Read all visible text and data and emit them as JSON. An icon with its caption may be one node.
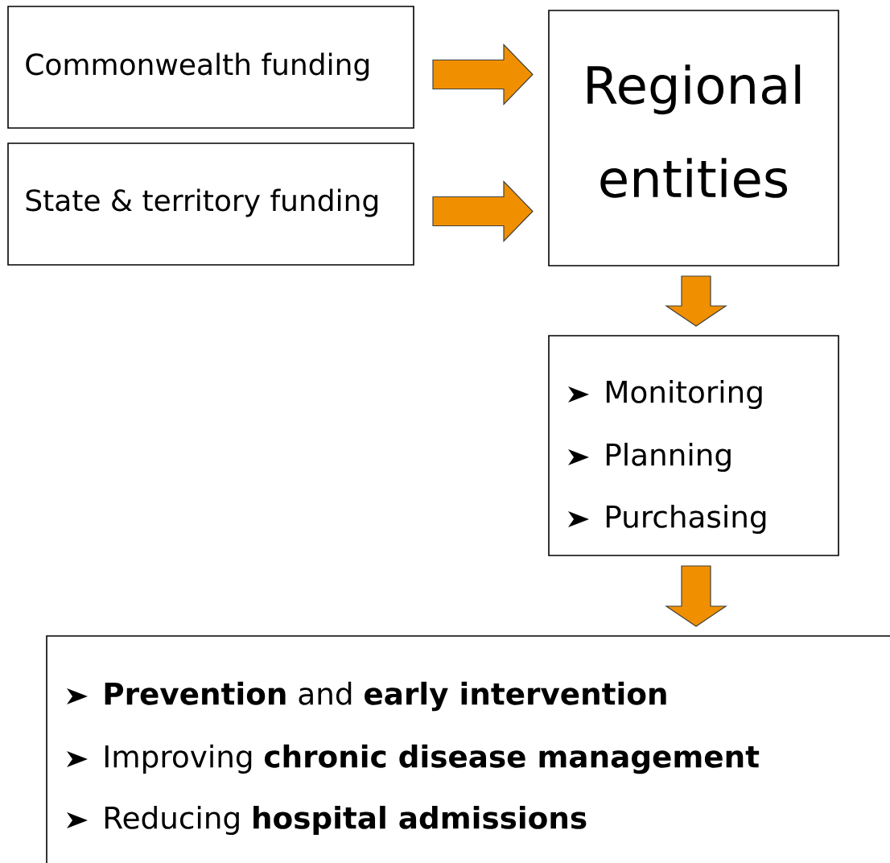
{
  "diagram": {
    "nodes": [
      {
        "text": [
          "Commonwealth funding"
        ]
      },
      {
        "text": [
          "State & territory funding"
        ]
      },
      {
        "text": [
          "Regional entities"
        ]
      },
      {
        "text": [
          "Monitoring",
          "Planning",
          "Purchasing"
        ]
      },
      {
        "text": [
          "**Prevention** and **early intervention**",
          "Improving **chronic disease management**",
          "Reducing **hospital admissions**"
        ]
      }
    ],
    "edges": [
      {
        "from": 0,
        "to": 2,
        "arrow": "to"
      },
      {
        "from": 1,
        "to": 2,
        "arrow": "to"
      },
      {
        "from": 2,
        "to": 3,
        "arrow": "to"
      },
      {
        "from": 3,
        "to": 4,
        "arrow": "to"
      }
    ]
  }
}
